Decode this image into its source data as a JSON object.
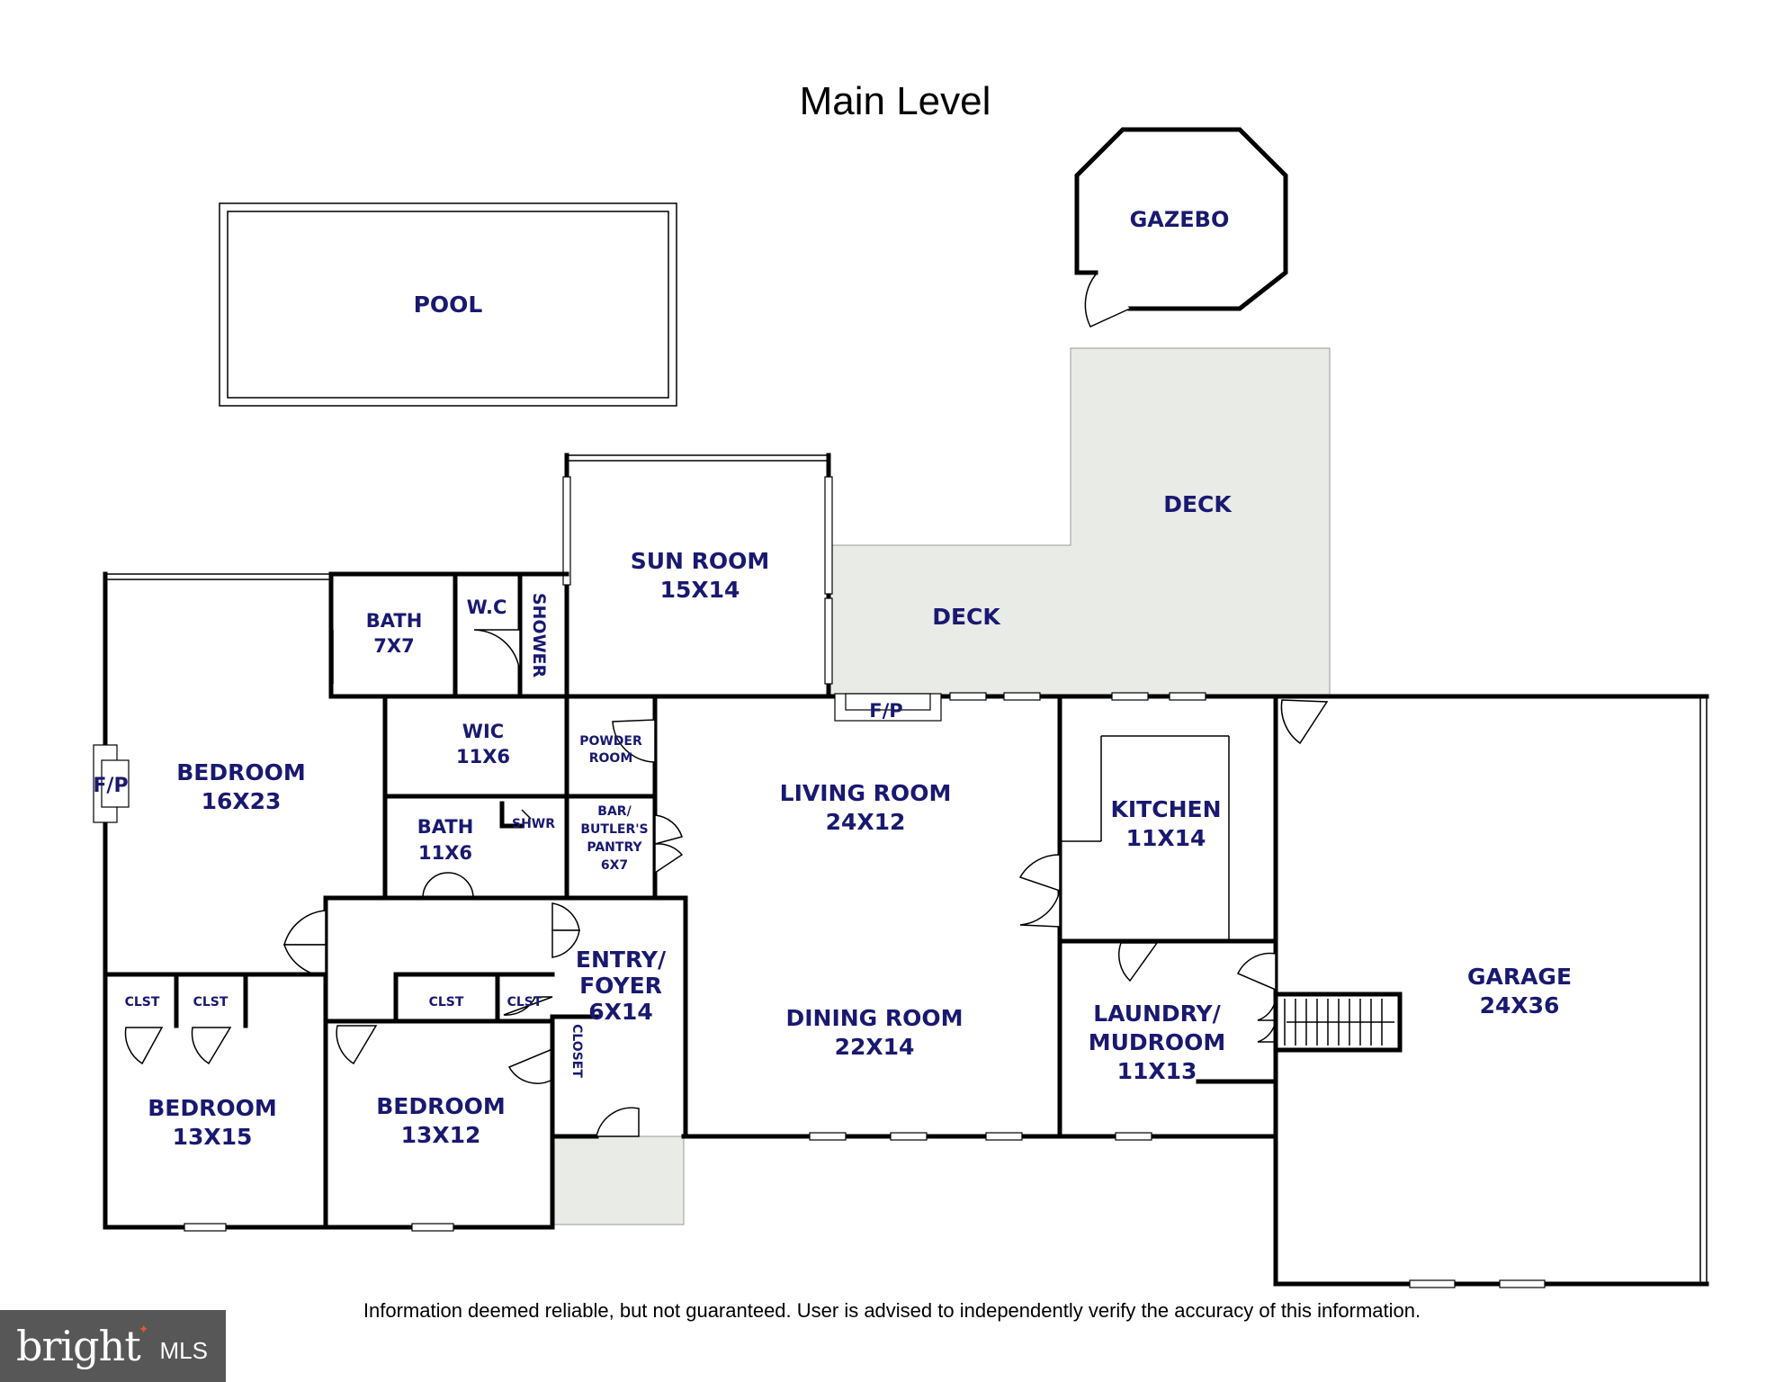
{
  "title": "Main Level",
  "rooms": {
    "pool": "POOL",
    "gazebo": "GAZEBO",
    "deck_upper": "DECK",
    "deck_lower": "DECK",
    "sun_room": [
      "SUN ROOM",
      "15X14"
    ],
    "bath_master": [
      "BATH",
      "7X7"
    ],
    "wc": "W.C",
    "shower": "SHOWER",
    "wic": [
      "WIC",
      "11X6"
    ],
    "powder": [
      "POWDER",
      "ROOM"
    ],
    "bedroom_master": [
      "BEDROOM",
      "16X23"
    ],
    "fp_bedroom": "F/P",
    "fp_living": "F/P",
    "bath_hall": [
      "BATH",
      "11X6"
    ],
    "shwr": "SHWR",
    "bar": [
      "BAR/",
      "BUTLER'S",
      "PANTRY",
      "6X7"
    ],
    "living": [
      "LIVING ROOM",
      "24X12"
    ],
    "kitchen": [
      "KITCHEN",
      "11X14"
    ],
    "garage": [
      "GARAGE",
      "24X36"
    ],
    "entry": [
      "ENTRY/",
      "FOYER",
      "6X14"
    ],
    "dining": [
      "DINING ROOM",
      "22X14"
    ],
    "laundry": [
      "LAUNDRY/",
      "MUDROOM",
      "11X13"
    ],
    "clst_1": "CLST",
    "clst_2": "CLST",
    "clst_3": "CLST",
    "clst_4": "CLST",
    "closet": "CLOSET",
    "bedroom_2": [
      "BEDROOM",
      "13X15"
    ],
    "bedroom_3": [
      "BEDROOM",
      "13X12"
    ]
  },
  "colors": {
    "deck_fill": "#e9ebe7",
    "label": "#191970",
    "wall": "#000000",
    "logo_bg": "#575757"
  },
  "disclaimer": "Information deemed reliable, but not guaranteed.  User is advised to independently verify the accuracy of this information.",
  "logo": {
    "brand": "bright",
    "suffix": "MLS"
  }
}
